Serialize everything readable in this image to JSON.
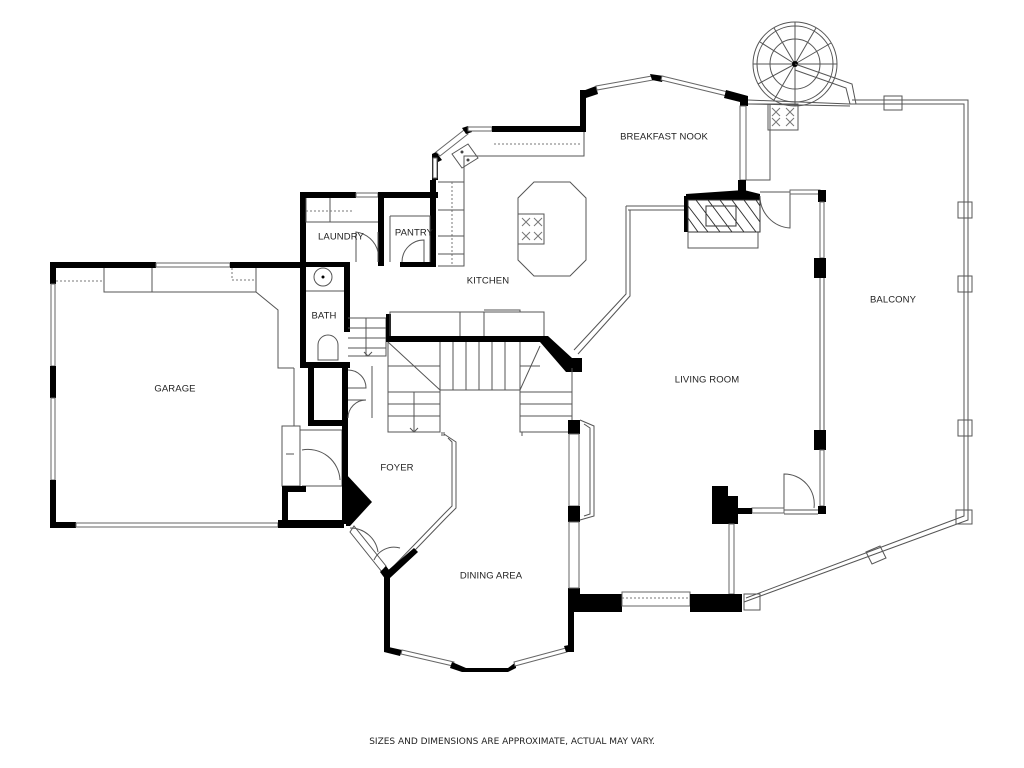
{
  "plan": {
    "type": "floor-plan",
    "rooms": {
      "breakfast_nook": "BREAKFAST NOOK",
      "laundry": "LAUNDRY",
      "pantry": "PANTRY",
      "kitchen": "KITCHEN",
      "bath": "BATH",
      "garage": "GARAGE",
      "living_room": "LIVING ROOM",
      "balcony": "BALCONY",
      "foyer": "FOYER",
      "dining_area": "DINING AREA"
    },
    "disclaimer": "SIZES AND DIMENSIONS ARE APPROXIMATE, ACTUAL MAY VARY.",
    "colors": {
      "wall": "#000000",
      "line": "#555555",
      "background": "#ffffff",
      "text": "#222222"
    }
  }
}
